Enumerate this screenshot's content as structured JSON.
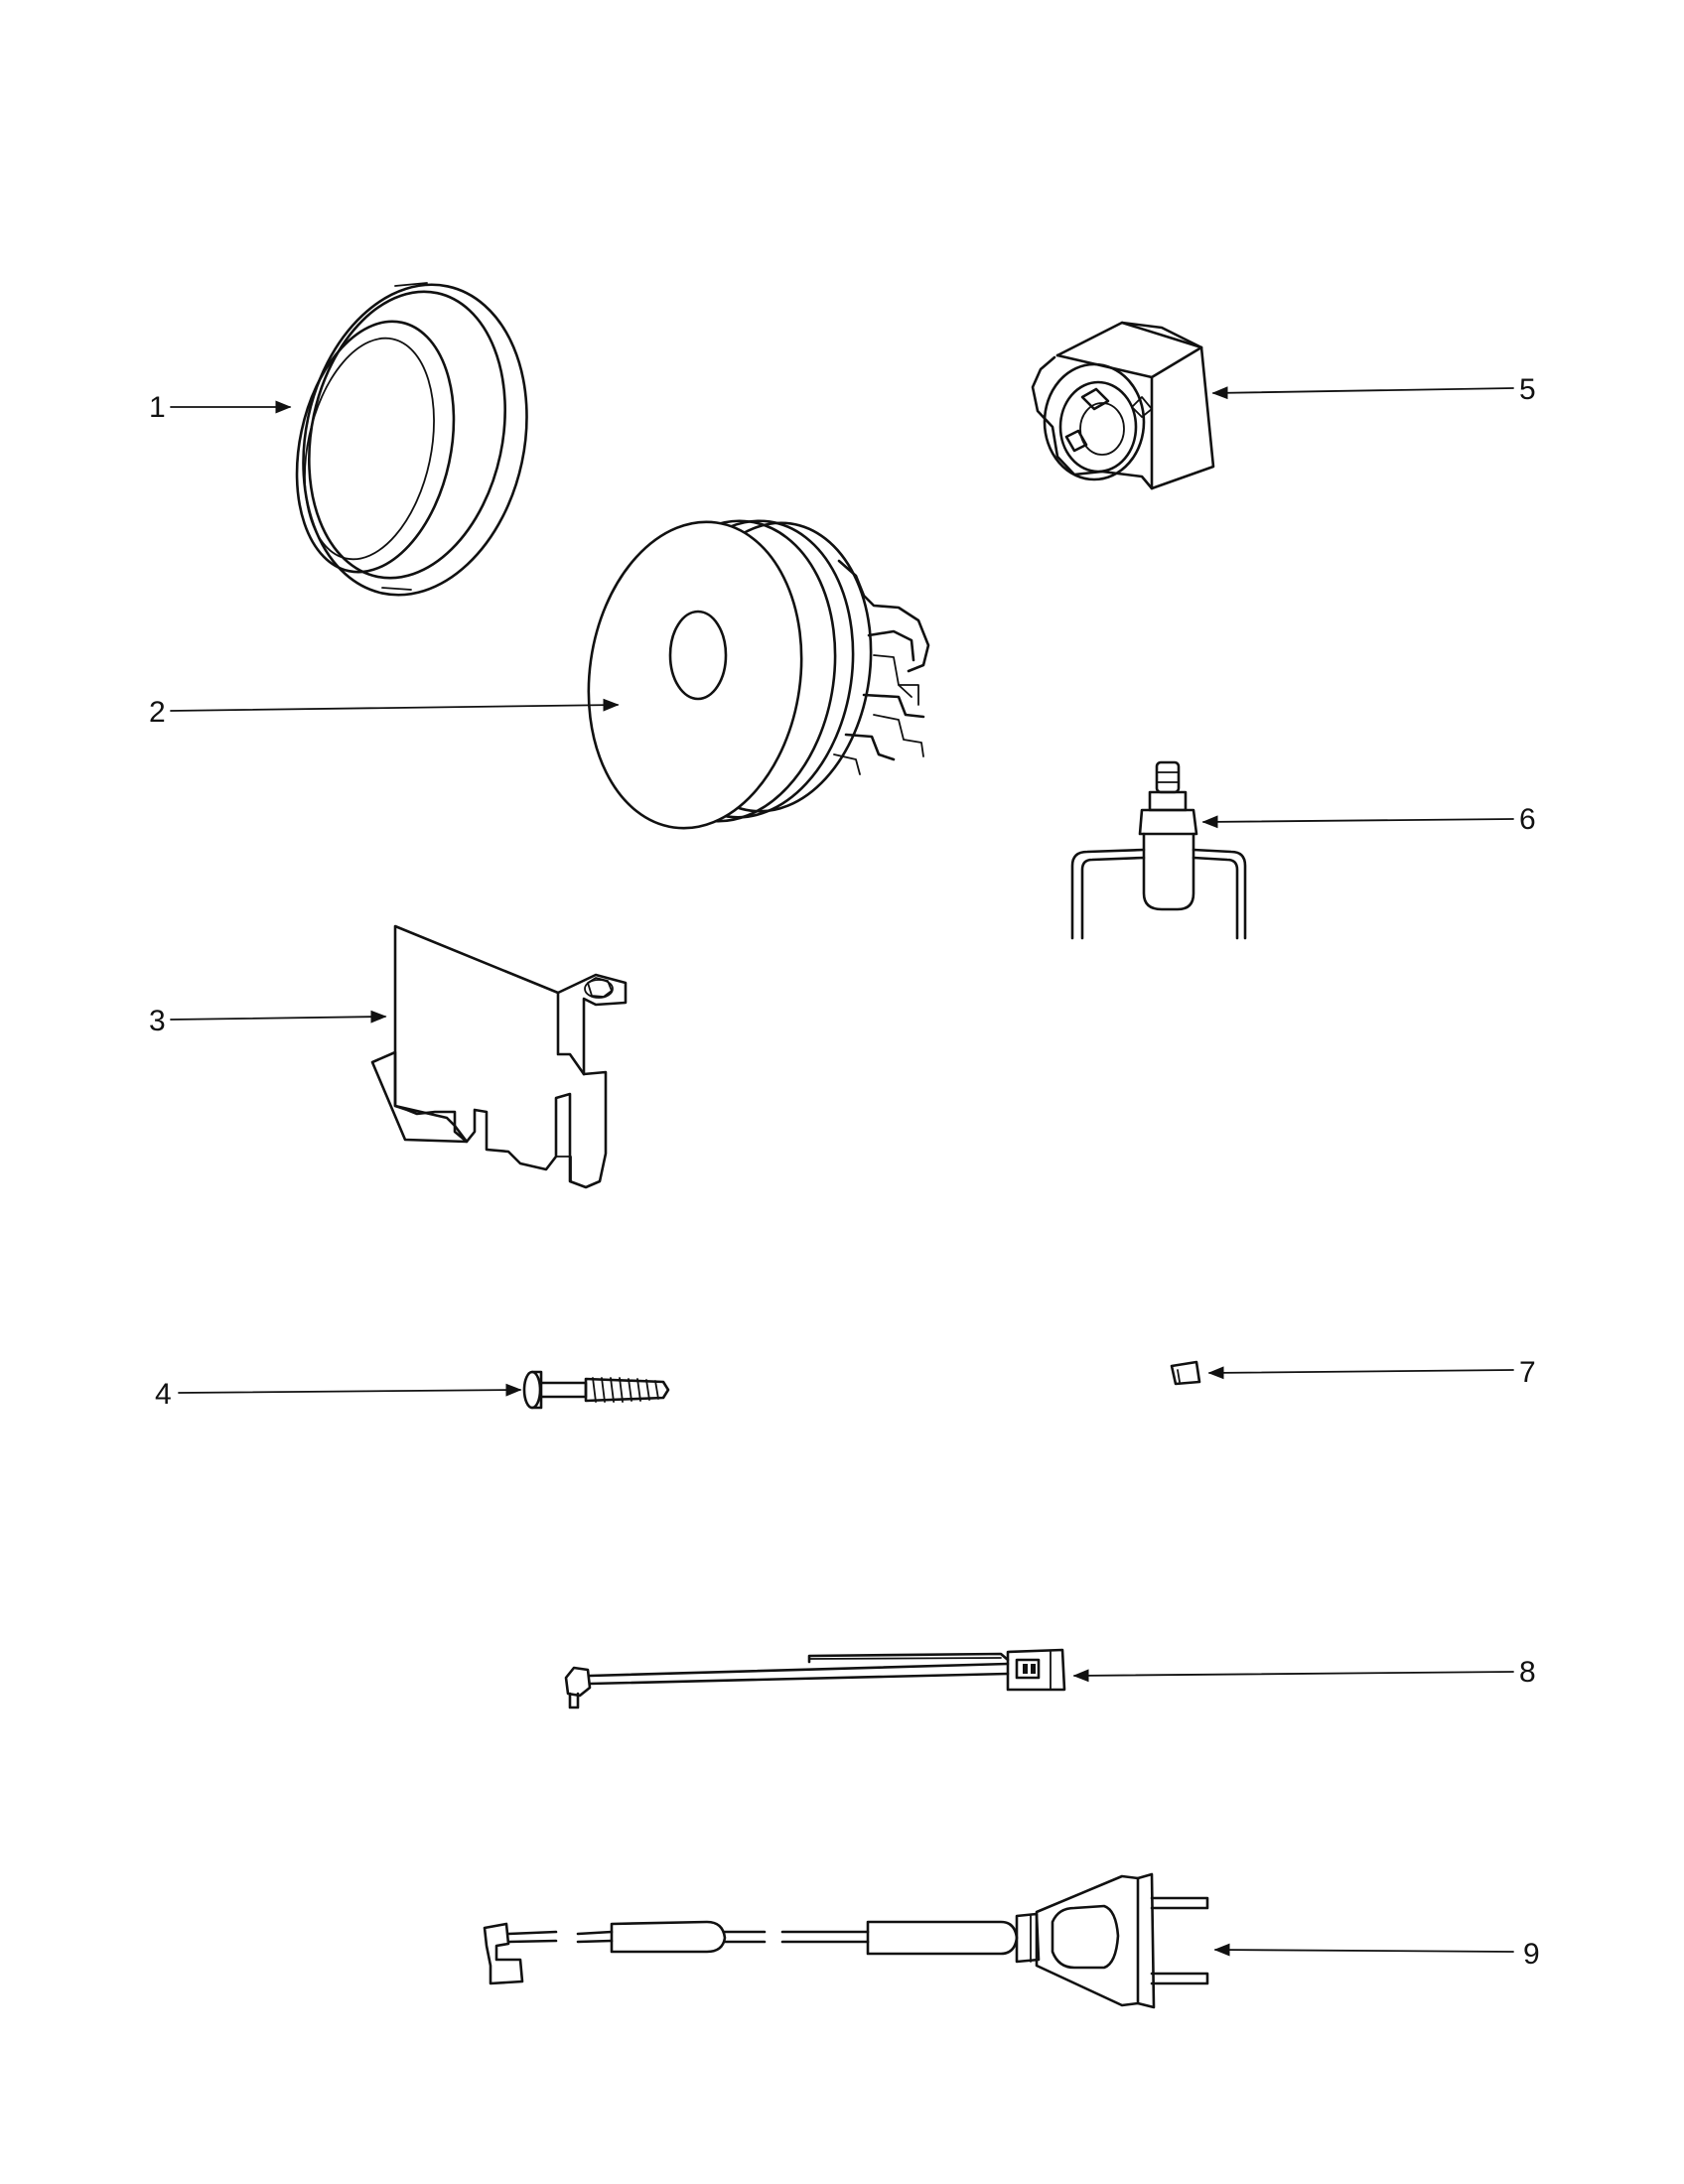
{
  "callouts": [
    {
      "id": 1,
      "label": "1"
    },
    {
      "id": 2,
      "label": "2"
    },
    {
      "id": 3,
      "label": "3"
    },
    {
      "id": 4,
      "label": "4"
    },
    {
      "id": 5,
      "label": "5"
    },
    {
      "id": 6,
      "label": "6"
    },
    {
      "id": 7,
      "label": "7"
    },
    {
      "id": 8,
      "label": "8"
    },
    {
      "id": 9,
      "label": "9"
    }
  ],
  "colors": {
    "ink": "#111111",
    "paper": "#ffffff"
  }
}
